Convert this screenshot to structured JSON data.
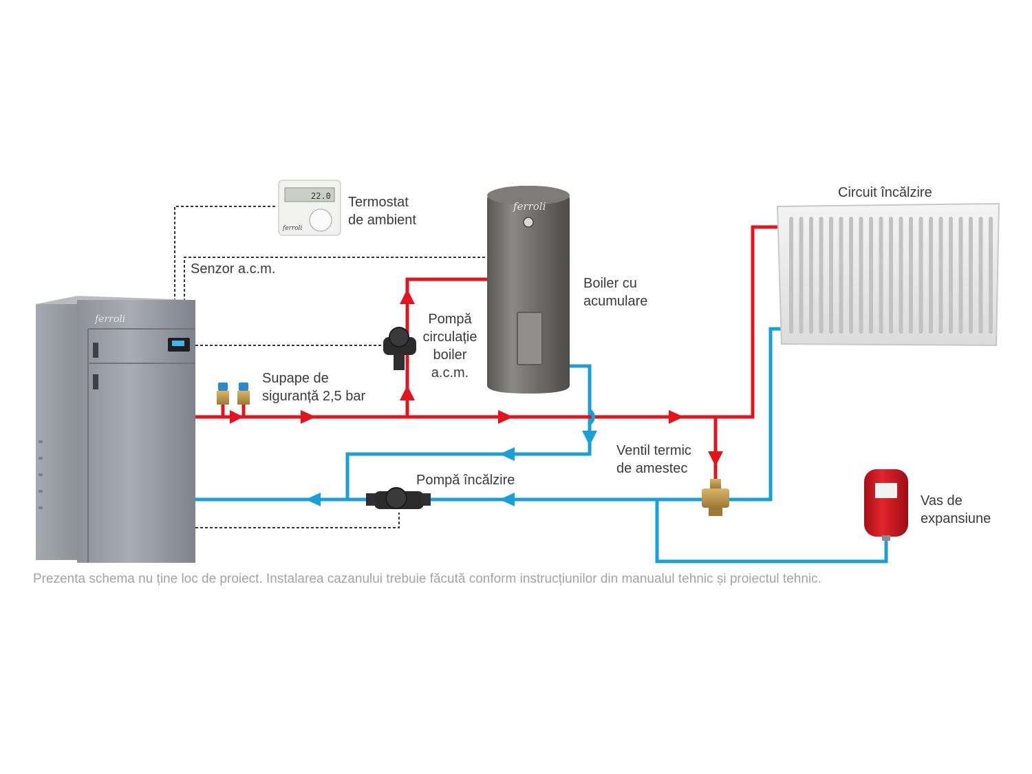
{
  "labels": {
    "thermostat": [
      "Termostat",
      "de ambient"
    ],
    "dhw_sensor": "Senzor a.c.m.",
    "boiler_tank": [
      "Boiler cu",
      "acumulare"
    ],
    "dhw_pump": [
      "Pompă",
      "circulație",
      "boiler",
      "a.c.m."
    ],
    "safety_valves": [
      "Supape de",
      "siguranță 2,5 bar"
    ],
    "heating_circuit": "Circuit încălzire",
    "mixing_valve": [
      "Ventil termic",
      "de amestec"
    ],
    "heating_pump": "Pompă încălzire",
    "expansion_vessel": [
      "Vas de",
      "expansiune"
    ]
  },
  "brand": "ferroli",
  "thermostat_display": "22.0",
  "disclaimer": "Prezenta schema nu ține loc de proiect. Instalarea cazanului trebuie făcută conform instrucțiunilor din manualul tehnic și proiectul tehnic.",
  "colors": {
    "supply_pipe": "#e2151f",
    "return_pipe": "#1aa0d8",
    "control_wire": "#333333",
    "label_text": "#3a3a3a",
    "disclaimer_text": "#a3a3a3"
  }
}
